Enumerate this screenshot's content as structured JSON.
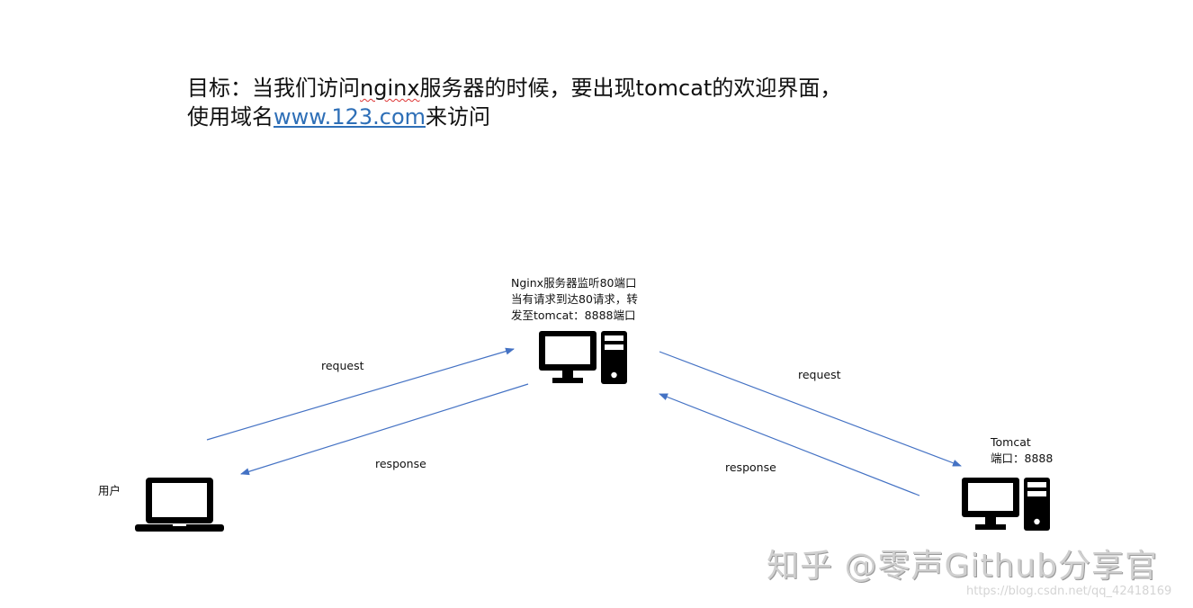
{
  "title": {
    "line1_prefix": "目标：当我们访问",
    "line1_nginx": "nginx",
    "line1_suffix": "服务器的时候，要出现tomcat的欢迎界面，",
    "line2_prefix": "使用域名",
    "line2_link": "www.123.com",
    "line2_suffix": "来访问"
  },
  "nodes": {
    "nginx": {
      "label_lines": [
        "Nginx服务器监听80端口",
        "当有请求到达80请求，转",
        "发至tomcat：8888端口"
      ],
      "icon": "desktop-computer-icon"
    },
    "tomcat": {
      "label_lines": [
        "Tomcat",
        "端口：8888"
      ],
      "icon": "desktop-computer-icon"
    },
    "user": {
      "label": "用户",
      "icon": "laptop-icon"
    }
  },
  "edges": [
    {
      "from": "user",
      "to": "nginx",
      "label": "request"
    },
    {
      "from": "nginx",
      "to": "user",
      "label": "response"
    },
    {
      "from": "nginx",
      "to": "tomcat",
      "label": "request"
    },
    {
      "from": "tomcat",
      "to": "nginx",
      "label": "response"
    }
  ],
  "colors": {
    "arrow": "#4472c4",
    "link": "#2e6fb7",
    "icon": "#000000"
  },
  "watermark": {
    "text": "知乎 @零声Github分享官",
    "url": "https://blog.csdn.net/qq_42418169"
  }
}
